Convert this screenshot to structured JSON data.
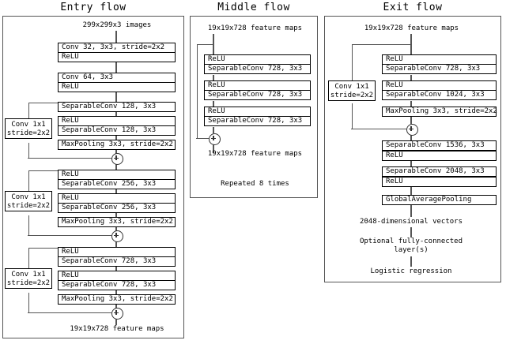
{
  "figure": {
    "kind": "neural-network-architecture-diagram",
    "flows": [
      {
        "id": "entry",
        "title": "Entry flow",
        "input_label": "299x299x3 images",
        "output_label": "19x19x728 feature maps",
        "boxes": [
          "Conv 32, 3x3, stride=2x2",
          "ReLU",
          "Conv 64, 3x3",
          "ReLU",
          "SeparableConv 128, 3x3",
          "ReLU",
          "SeparableConv 128, 3x3",
          "MaxPooling 3x3, stride=2x2",
          "ReLU",
          "SeparableConv 256, 3x3",
          "ReLU",
          "SeparableConv 256, 3x3",
          "MaxPooling 3x3, stride=2x2",
          "ReLU",
          "SeparableConv 728, 3x3",
          "ReLU",
          "SeparableConv 728, 3x3",
          "MaxPooling 3x3, stride=2x2"
        ],
        "shortcuts": [
          {
            "line1": "Conv 1x1",
            "line2": "stride=2x2"
          },
          {
            "line1": "Conv 1x1",
            "line2": "stride=2x2"
          },
          {
            "line1": "Conv 1x1",
            "line2": "stride=2x2"
          }
        ],
        "sum_nodes": 3
      },
      {
        "id": "middle",
        "title": "Middle flow",
        "input_label": "19x19x728 feature maps",
        "output_label": "19x19x728 feature maps",
        "repeat_label": "Repeated 8 times",
        "boxes": [
          "ReLU",
          "SeparableConv 728, 3x3",
          "ReLU",
          "SeparableConv 728, 3x3",
          "ReLU",
          "SeparableConv 728, 3x3"
        ],
        "sum_nodes": 1
      },
      {
        "id": "exit",
        "title": "Exit flow",
        "input_label": "19x19x728 feature maps",
        "boxes": [
          "ReLU",
          "SeparableConv 728, 3x3",
          "ReLU",
          "SeparableConv 1024, 3x3",
          "MaxPooling 3x3, stride=2x2",
          "SeparableConv 1536, 3x3",
          "ReLU",
          "SeparableConv 2048, 3x3",
          "ReLU",
          "GlobalAveragePooling"
        ],
        "shortcuts": [
          {
            "line1": "Conv 1x1",
            "line2": "stride=2x2"
          }
        ],
        "sum_nodes": 1,
        "tail_labels": [
          "2048-dimensional vectors",
          "Optional fully-connected",
          "layer(s)",
          "Logistic regression"
        ]
      }
    ],
    "colors": {
      "background": "#ffffff",
      "ink": "#000000",
      "frame": "#555555"
    }
  }
}
